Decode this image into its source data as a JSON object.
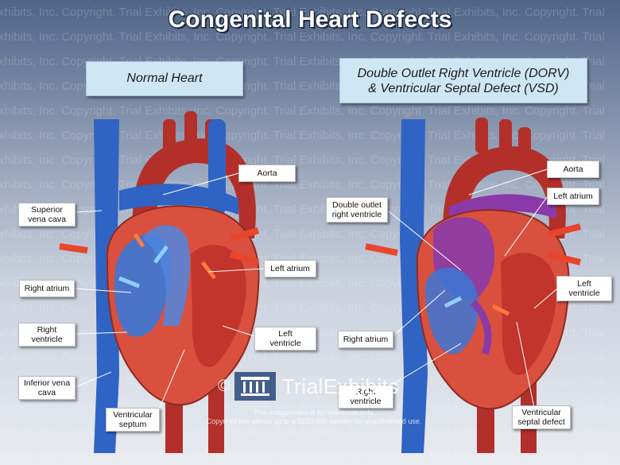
{
  "title": "Congenital Heart Defects",
  "watermark": "Exhibits, Inc. Copyright. Trial Exhibits, Inc. Copyright. Trial Exhibits, Inc. Copyright. Trial Exhibits, Inc. Copyright. Trial",
  "panels": {
    "normal": {
      "label": "Normal Heart"
    },
    "dorv": {
      "label_line1": "Double Outlet Right Ventricle (DORV)",
      "label_line2": "& Ventricular Septal Defect (VSD)"
    }
  },
  "callouts": {
    "normal": {
      "aorta": "Aorta",
      "superior_vena_cava": "Superior vena cava",
      "right_atrium": "Right atrium",
      "left_atrium": "Left atrium",
      "right_ventricle": "Right ventricle",
      "left_ventricle": "Left ventricle",
      "inferior_vena_cava": "Inferior vena cava",
      "ventricular_septum": "Ventricular septum"
    },
    "dorv": {
      "aorta": "Aorta",
      "double_outlet": "Double outlet right ventricle",
      "left_atrium": "Left atrium",
      "left_ventricle": "Left ventricle",
      "right_atrium": "Right atrium",
      "right_ventricle": "Right ventricle",
      "ventricular_septal_defect": "Ventricular septal defect"
    }
  },
  "logo": {
    "symbol": "©",
    "brand": "TrialExhibits"
  },
  "notice": {
    "line1": "This image/video is for reference only.",
    "line2": "Copyright law allows up to a $150,000 penalty for unauthorized use."
  },
  "colors": {
    "vein_blue": "#2f63c4",
    "artery_red": "#b3302a",
    "muscle": "#d9503f",
    "purple": "#8a3aa8",
    "label_bg": "#cfe6f5"
  }
}
